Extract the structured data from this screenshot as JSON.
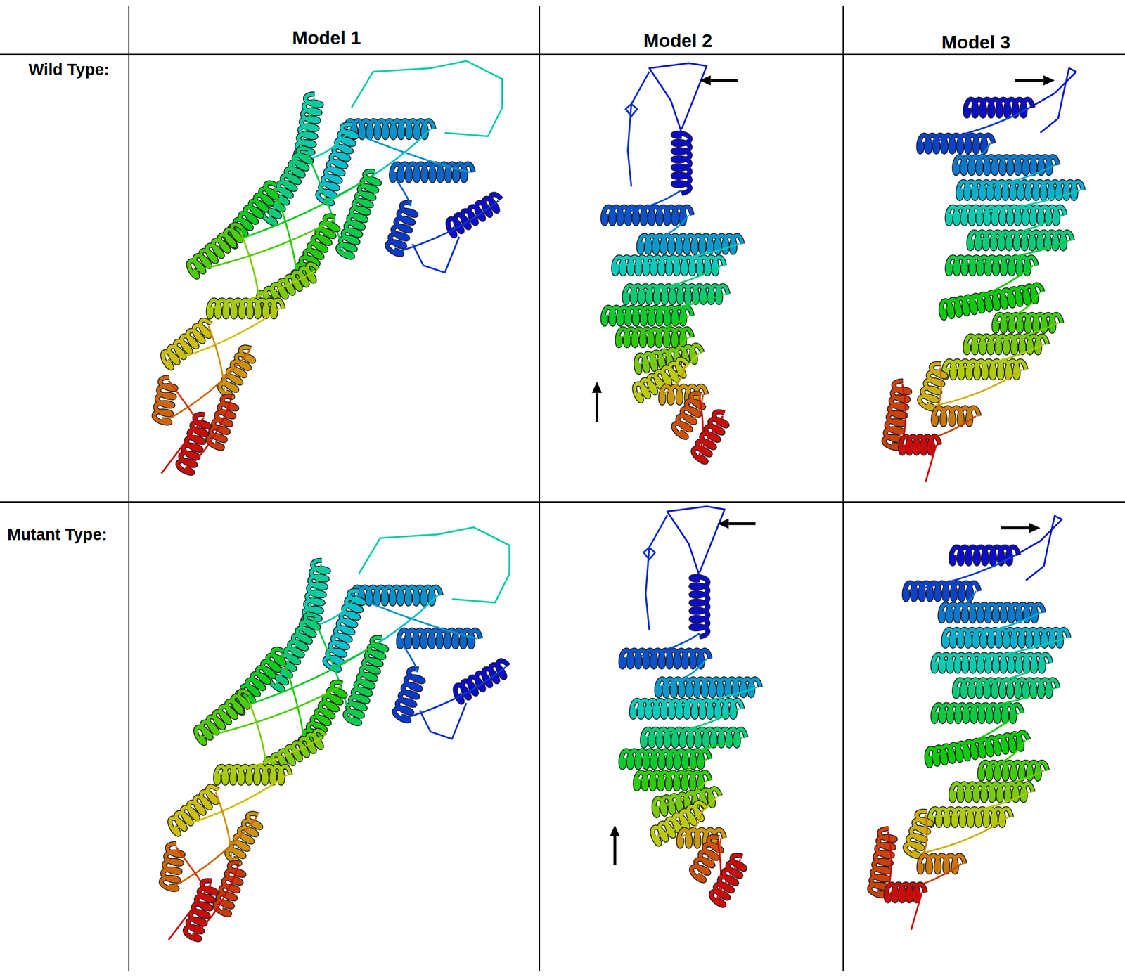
{
  "diagram": {
    "labels": [
      "Model 1",
      "Model 2",
      "Model 3",
      "Wild Type:",
      "Mutant Type:"
    ]
  }
}
